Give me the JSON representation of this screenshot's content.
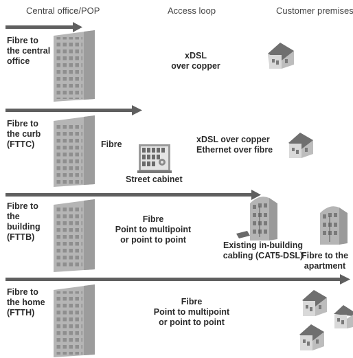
{
  "headers": {
    "central_office": "Central office/POP",
    "access_loop": "Access loop",
    "customer_premises": "Customer premises"
  },
  "rows": [
    {
      "label": [
        "Fibre to",
        "the central",
        "office"
      ],
      "access_text": [
        "xDSL",
        "over copper"
      ]
    },
    {
      "label": [
        "Fibre to",
        "the curb",
        "(FTTC)"
      ],
      "fibre_label": "Fibre",
      "cabinet_label": "Street cabinet",
      "customer_text": [
        "xDSL over copper",
        "Ethernet over fibre"
      ]
    },
    {
      "label": [
        "Fibre to",
        "the",
        "building",
        "(FTTB)"
      ],
      "access_text": [
        "Fibre",
        "Point to multipoint",
        "or point to point"
      ],
      "inbuilding_text": [
        "Existing in-building",
        "cabling (CAT5-DSL)"
      ],
      "apartment_text": [
        "Fibre to the",
        "apartment"
      ]
    },
    {
      "label": [
        "Fibre to",
        "the home",
        "(FTTH)"
      ],
      "access_text": [
        "Fibre",
        "Point to multipoint",
        "or point to point"
      ]
    }
  ],
  "colors": {
    "arrow": "#5f5f5f",
    "building": "#b9b9b9",
    "house_roof": "#6f6f6f"
  }
}
